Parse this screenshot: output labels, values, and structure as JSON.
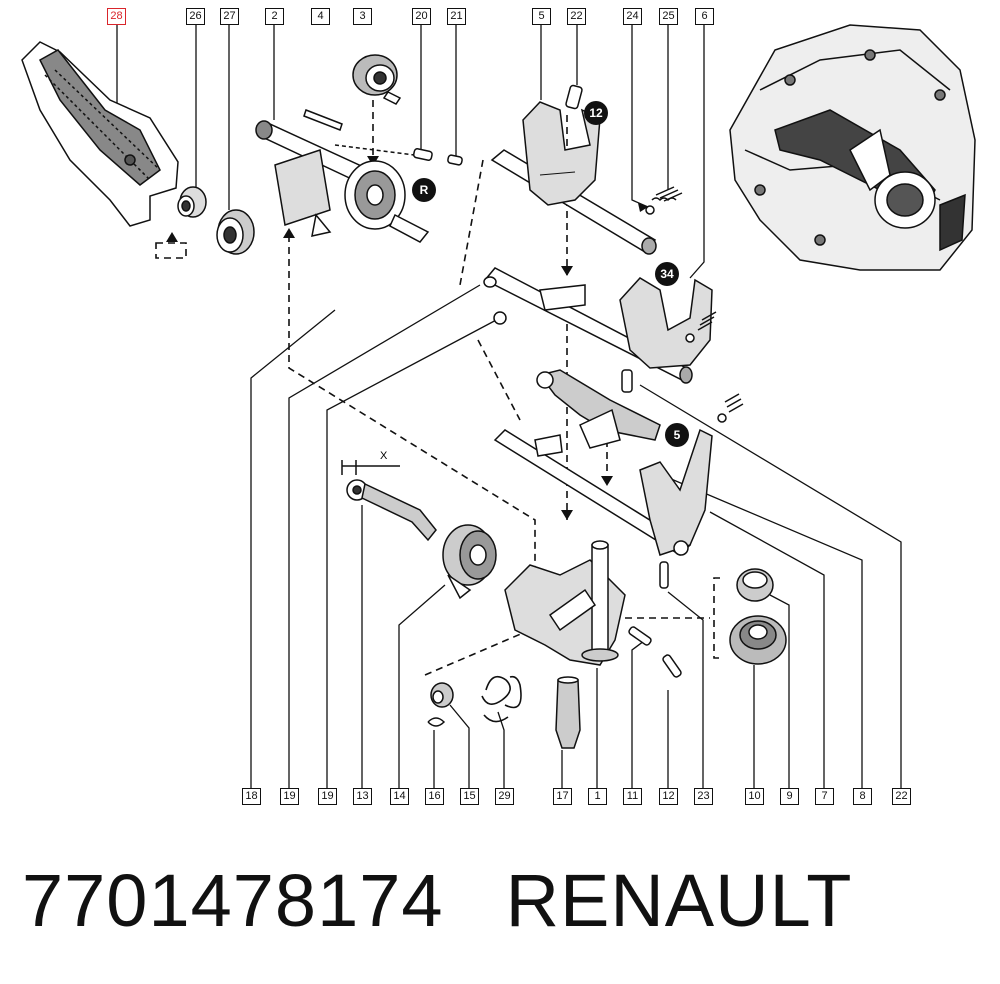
{
  "part_number": "7701478174",
  "brand": "RENAULT",
  "highlighted_callout": "28",
  "top_callouts": [
    "28",
    "26",
    "27",
    "2",
    "4",
    "3",
    "20",
    "21",
    "5",
    "22",
    "24",
    "25",
    "6"
  ],
  "bottom_callouts": [
    "18",
    "19",
    "19",
    "13",
    "14",
    "16",
    "15",
    "29",
    "17",
    "1",
    "11",
    "12",
    "23",
    "10",
    "9",
    "7",
    "8",
    "22"
  ],
  "gear_markers": [
    "12",
    "R",
    "34",
    "5"
  ],
  "dimension_label": "X",
  "colors": {
    "ink": "#111111",
    "highlight": "#d9252b",
    "background": "#ffffff"
  }
}
